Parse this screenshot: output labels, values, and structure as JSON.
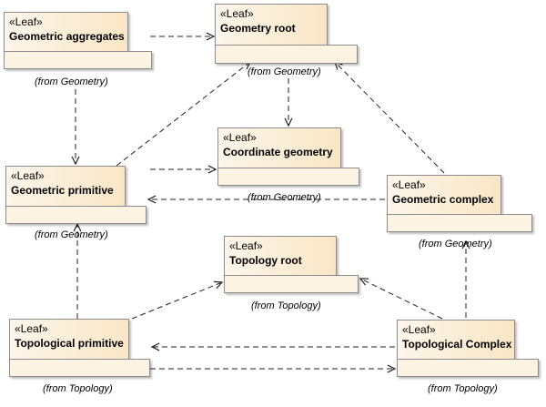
{
  "packages": {
    "geometric_aggregates": {
      "stereotype": "«Leaf»",
      "name": "Geometric aggregates",
      "source": "(from  Geometry)"
    },
    "geometry_root": {
      "stereotype": "«Leaf»",
      "name": "Geometry root",
      "source": "(from  Geometry)"
    },
    "coordinate_geometry": {
      "stereotype": "«Leaf»",
      "name": "Coordinate geometry",
      "source": "(from  Geometry)"
    },
    "geometric_primitive": {
      "stereotype": "«Leaf»",
      "name": "Geometric primitive",
      "source": "(from  Geometry)"
    },
    "geometric_complex": {
      "stereotype": "«Leaf»",
      "name": "Geometric complex",
      "source": "(from  Geometry)"
    },
    "topology_root": {
      "stereotype": "«Leaf»",
      "name": "Topology root",
      "source": "(from Topology)"
    },
    "topological_primitive": {
      "stereotype": "«Leaf»",
      "name": "Topological primitive",
      "source": "(from Topology)"
    },
    "topological_complex": {
      "stereotype": "«Leaf»",
      "name": "Topological Complex",
      "source": "(from Topology)"
    }
  },
  "dependencies": [
    {
      "from": "geometric_aggregates",
      "to": "geometry_root"
    },
    {
      "from": "geometric_aggregates",
      "to": "geometric_primitive"
    },
    {
      "from": "geometry_root",
      "to": "coordinate_geometry"
    },
    {
      "from": "geometric_primitive",
      "to": "geometry_root"
    },
    {
      "from": "geometric_primitive",
      "to": "coordinate_geometry"
    },
    {
      "from": "geometric_complex",
      "to": "geometric_primitive"
    },
    {
      "from": "geometric_complex",
      "to": "geometry_root"
    },
    {
      "from": "topological_primitive",
      "to": "geometric_primitive"
    },
    {
      "from": "topological_primitive",
      "to": "topology_root"
    },
    {
      "from": "topological_primitive",
      "to": "topological_complex"
    },
    {
      "from": "topological_complex",
      "to": "topological_primitive"
    },
    {
      "from": "topological_complex",
      "to": "topology_root"
    },
    {
      "from": "topological_complex",
      "to": "geometric_complex"
    }
  ],
  "colors": {
    "line": "#222222",
    "border": "#8c8c8c",
    "fill_light": "#fdf6ea",
    "fill_dark": "#f9e6c6"
  }
}
